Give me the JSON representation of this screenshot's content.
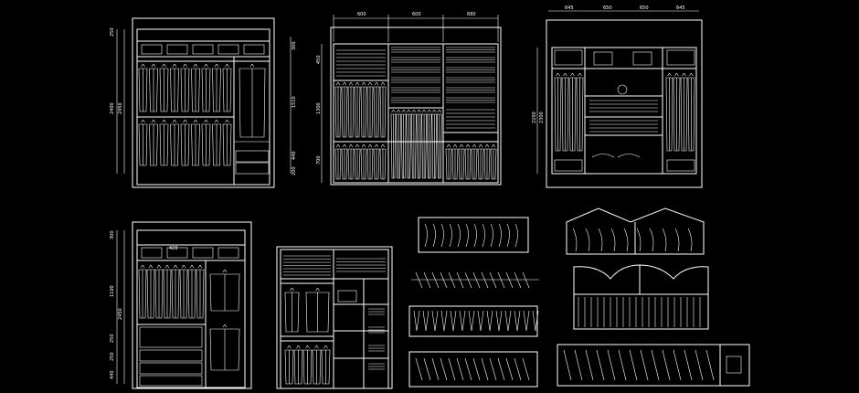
{
  "drawing": {
    "background": "#000000",
    "line_color": "#ffffff",
    "elev1": {
      "left_dims": [
        "250",
        "2400",
        "2450"
      ],
      "right_dims": [
        "300",
        "1510",
        "440",
        "200"
      ]
    },
    "elev2": {
      "top_dims": [
        "600",
        "600",
        "680"
      ],
      "left_dims": [
        "450",
        "1300",
        "700"
      ]
    },
    "elev3": {
      "top_dims": [
        "645",
        "650",
        "650",
        "645"
      ],
      "left_dims": [
        "2200",
        "2300"
      ]
    },
    "elev4": {
      "left_dims": [
        "300",
        "1100",
        "2450",
        "250",
        "250",
        "440"
      ],
      "mid_dim": "420"
    }
  }
}
